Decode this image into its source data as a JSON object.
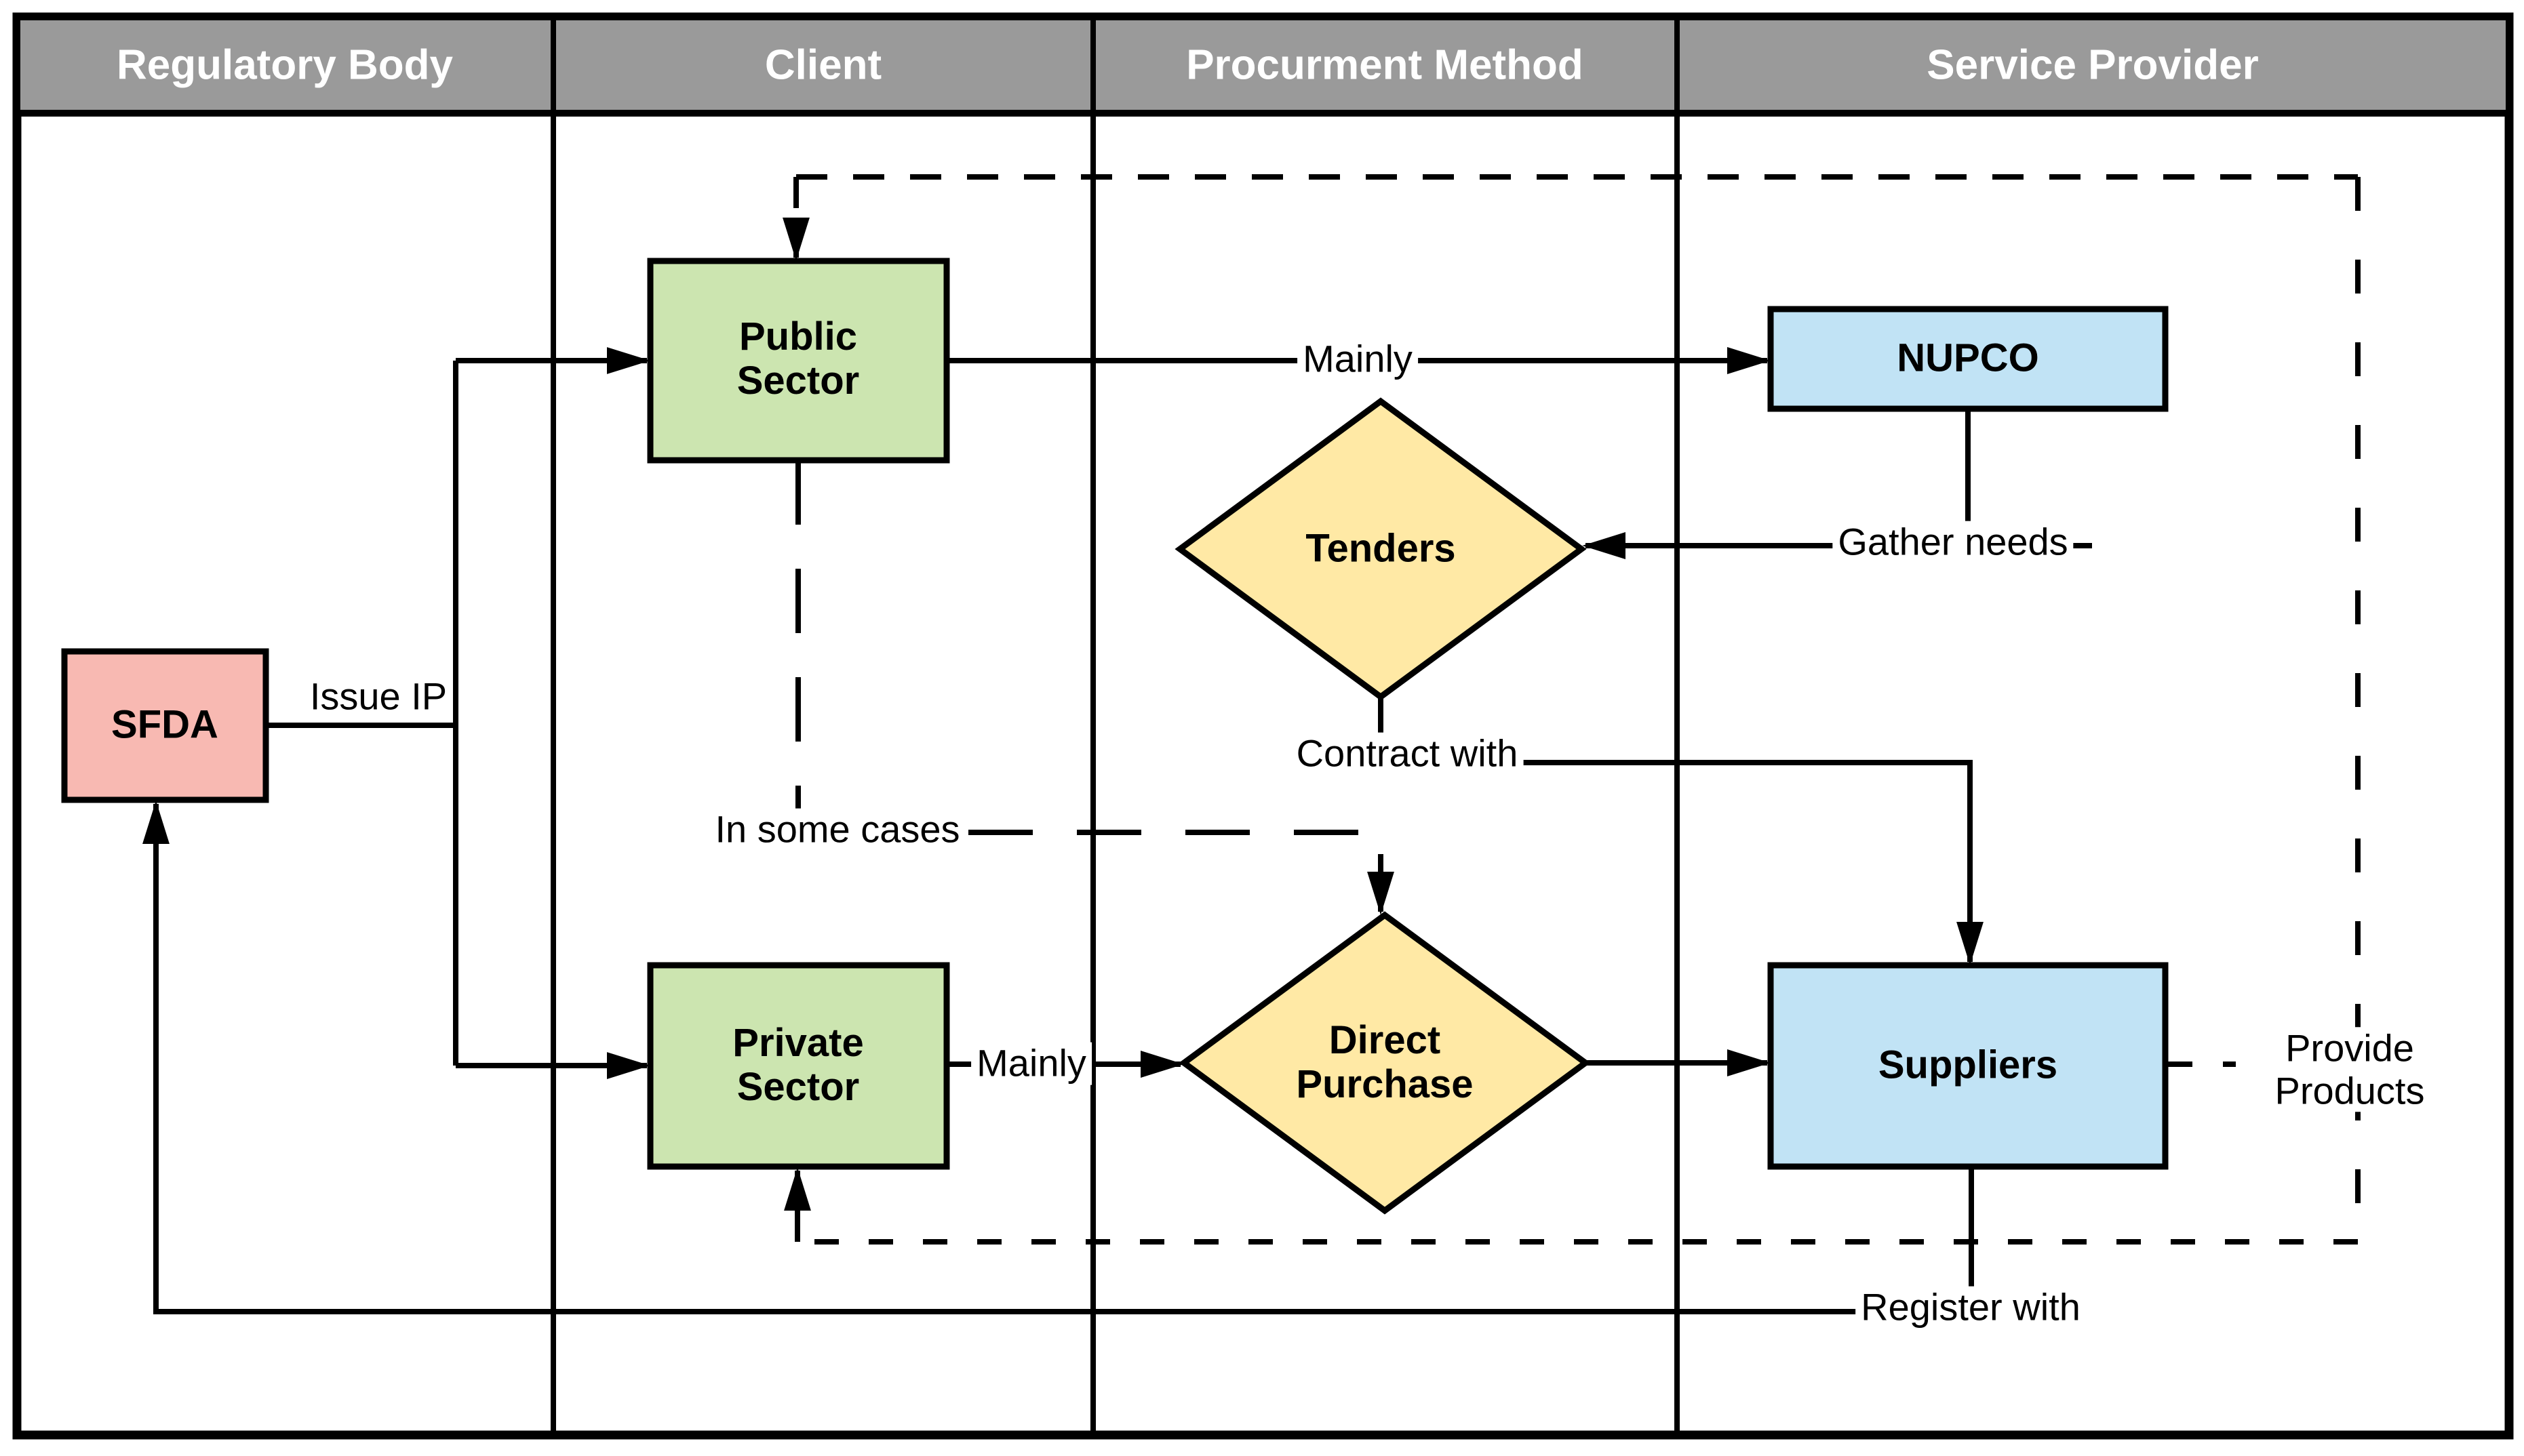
{
  "diagram": {
    "type": "swimlane-flowchart",
    "lanes": [
      {
        "label": "Regulatory Body"
      },
      {
        "label": "Client"
      },
      {
        "label": "Procurment Method"
      },
      {
        "label": "Service Provider"
      }
    ],
    "nodes": {
      "sfda": {
        "label": "SFDA",
        "shape": "rectangle",
        "fill": "#F8B9B2"
      },
      "public_sector": {
        "label": "Public Sector",
        "shape": "rectangle",
        "fill": "#CCE5B0"
      },
      "private_sector": {
        "label": "Private Sector",
        "shape": "rectangle",
        "fill": "#CCE5B0"
      },
      "tenders": {
        "label": "Tenders",
        "shape": "diamond",
        "fill": "#FFE9A5"
      },
      "direct_purchase": {
        "label": "Direct Purchase",
        "shape": "diamond",
        "fill": "#FFE9A5"
      },
      "nupco": {
        "label": "NUPCO",
        "shape": "rectangle",
        "fill": "#C1E3F5"
      },
      "suppliers": {
        "label": "Suppliers",
        "shape": "rectangle",
        "fill": "#C1E3F5"
      }
    },
    "edge_labels": {
      "issue_ip": "Issue IP",
      "mainly_public": "Mainly",
      "mainly_private": "Mainly",
      "gather_needs": "Gather needs",
      "contract_with": "Contract with",
      "in_some_cases": "In some cases",
      "provide_products": "Provide Products",
      "register_with": "Register with"
    }
  },
  "colors": {
    "bg": "#FFFFFF",
    "header": "#9A9A9A",
    "header_text": "#FFFFFF",
    "line": "#000000",
    "green": "#CCE5B0",
    "yellow": "#FFE9A5",
    "blue": "#C1E3F5",
    "pink": "#F8B9B2"
  }
}
